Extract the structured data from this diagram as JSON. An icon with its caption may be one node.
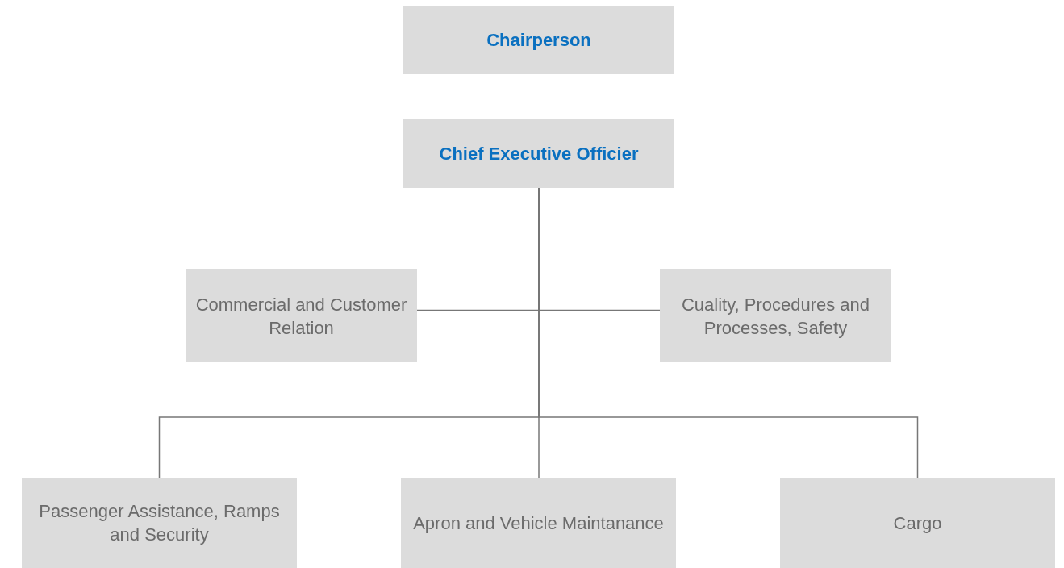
{
  "diagram": {
    "nodes": [
      {
        "text": [
          "Chairperson"
        ]
      },
      {
        "text": [
          "Chief Executive Officier"
        ]
      },
      {
        "text": [
          "Commercial and Customer Relation"
        ]
      },
      {
        "text": [
          "Cuality, Procedures and Processes, Safety"
        ]
      },
      {
        "text": [
          "Passenger Assistance, Ramps and Security"
        ]
      },
      {
        "text": [
          "Apron and Vehicle Maintanance"
        ]
      },
      {
        "text": [
          "Cargo"
        ]
      }
    ],
    "edges": [
      {
        "from": 1,
        "to": 2,
        "arrow": "none"
      },
      {
        "from": 1,
        "to": 3,
        "arrow": "none"
      },
      {
        "from": 1,
        "to": 4,
        "arrow": "none"
      },
      {
        "from": 1,
        "to": 5,
        "arrow": "none"
      },
      {
        "from": 1,
        "to": 6,
        "arrow": "none"
      }
    ]
  }
}
